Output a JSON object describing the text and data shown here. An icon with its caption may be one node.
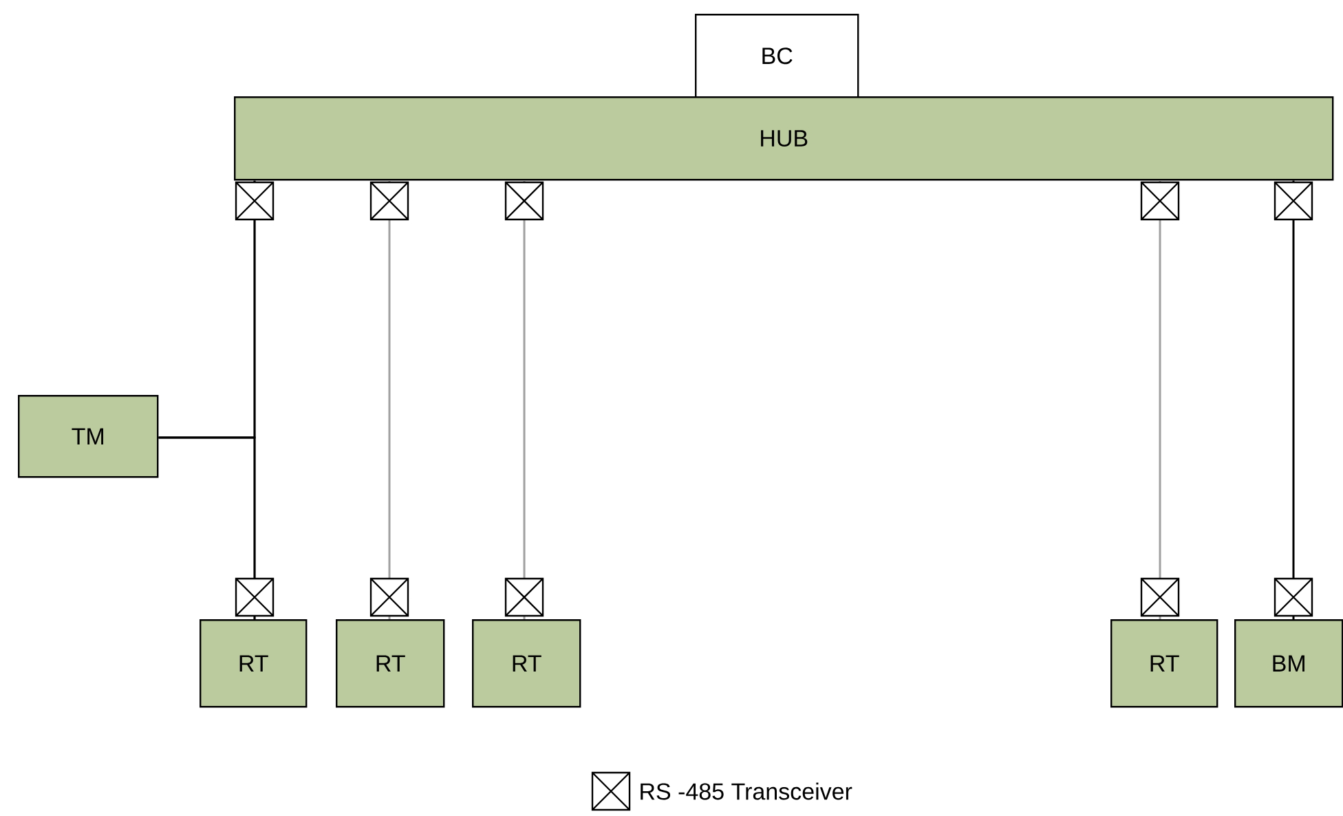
{
  "diagram": {
    "nodes": [
      {
        "text": [
          "BC"
        ]
      },
      {
        "text": [
          "HUB"
        ]
      },
      {
        "text": [
          "TM"
        ]
      },
      {
        "text": [
          "RT"
        ]
      },
      {
        "text": [
          "RT"
        ]
      },
      {
        "text": [
          "RT"
        ]
      },
      {
        "text": [
          "RT"
        ]
      },
      {
        "text": [
          "BM"
        ]
      }
    ],
    "edges": [
      {
        "from": 1,
        "to": 3,
        "arrow": "none"
      },
      {
        "from": 1,
        "to": 4,
        "arrow": "none"
      },
      {
        "from": 1,
        "to": 5,
        "arrow": "none"
      },
      {
        "from": 1,
        "to": 6,
        "arrow": "none"
      },
      {
        "from": 1,
        "to": 7,
        "arrow": "none",
        "color": "#000000"
      },
      {
        "from": 2,
        "to": 1,
        "arrow": "none",
        "color": "#000000"
      },
      {
        "from": 2,
        "to": 3,
        "arrow": "none",
        "color": "#000000"
      }
    ],
    "legend": [
      {
        "text": "RS -485 Transceiver"
      }
    ]
  }
}
